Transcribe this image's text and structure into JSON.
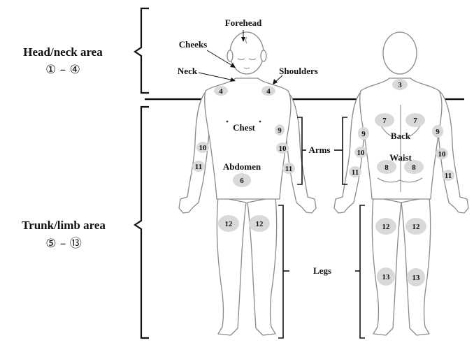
{
  "section_labels": {
    "head_area": "Head/neck area",
    "head_range": "① – ④",
    "trunk_area": "Trunk/limb area",
    "trunk_range": "⑤ – ⑬"
  },
  "body_labels": {
    "forehead": "Forehead",
    "cheeks": "Cheeks",
    "neck": "Neck",
    "shoulders": "Shoulders",
    "chest": "Chest",
    "abdomen": "Abdomen",
    "arms": "Arms",
    "back": "Back",
    "waist": "Waist",
    "legs": "Legs"
  },
  "region_numbers": {
    "shoulder_left": "4",
    "shoulder_right": "4",
    "back_neck": "3",
    "abdomen": "6",
    "back_left": "7",
    "back_right": "7",
    "waist_left": "8",
    "waist_right": "8",
    "front_upper_arm_right": "9",
    "back_upper_arm_left": "9",
    "back_upper_arm_right": "9",
    "front_forearm_left": "10",
    "front_forearm_right": "10",
    "back_forearm_left": "10",
    "back_forearm_right": "10",
    "front_wrist_left": "11",
    "front_wrist_right": "11",
    "back_wrist_left": "11",
    "back_wrist_right": "11",
    "front_thigh_left": "12",
    "front_thigh_right": "12",
    "back_thigh_left": "12",
    "back_thigh_right": "12",
    "back_calf_left": "13",
    "back_calf_right": "13"
  },
  "colors": {
    "spot_fill": "#d9d9d9",
    "body_outline": "#8a8a8a",
    "line": "#111111"
  }
}
